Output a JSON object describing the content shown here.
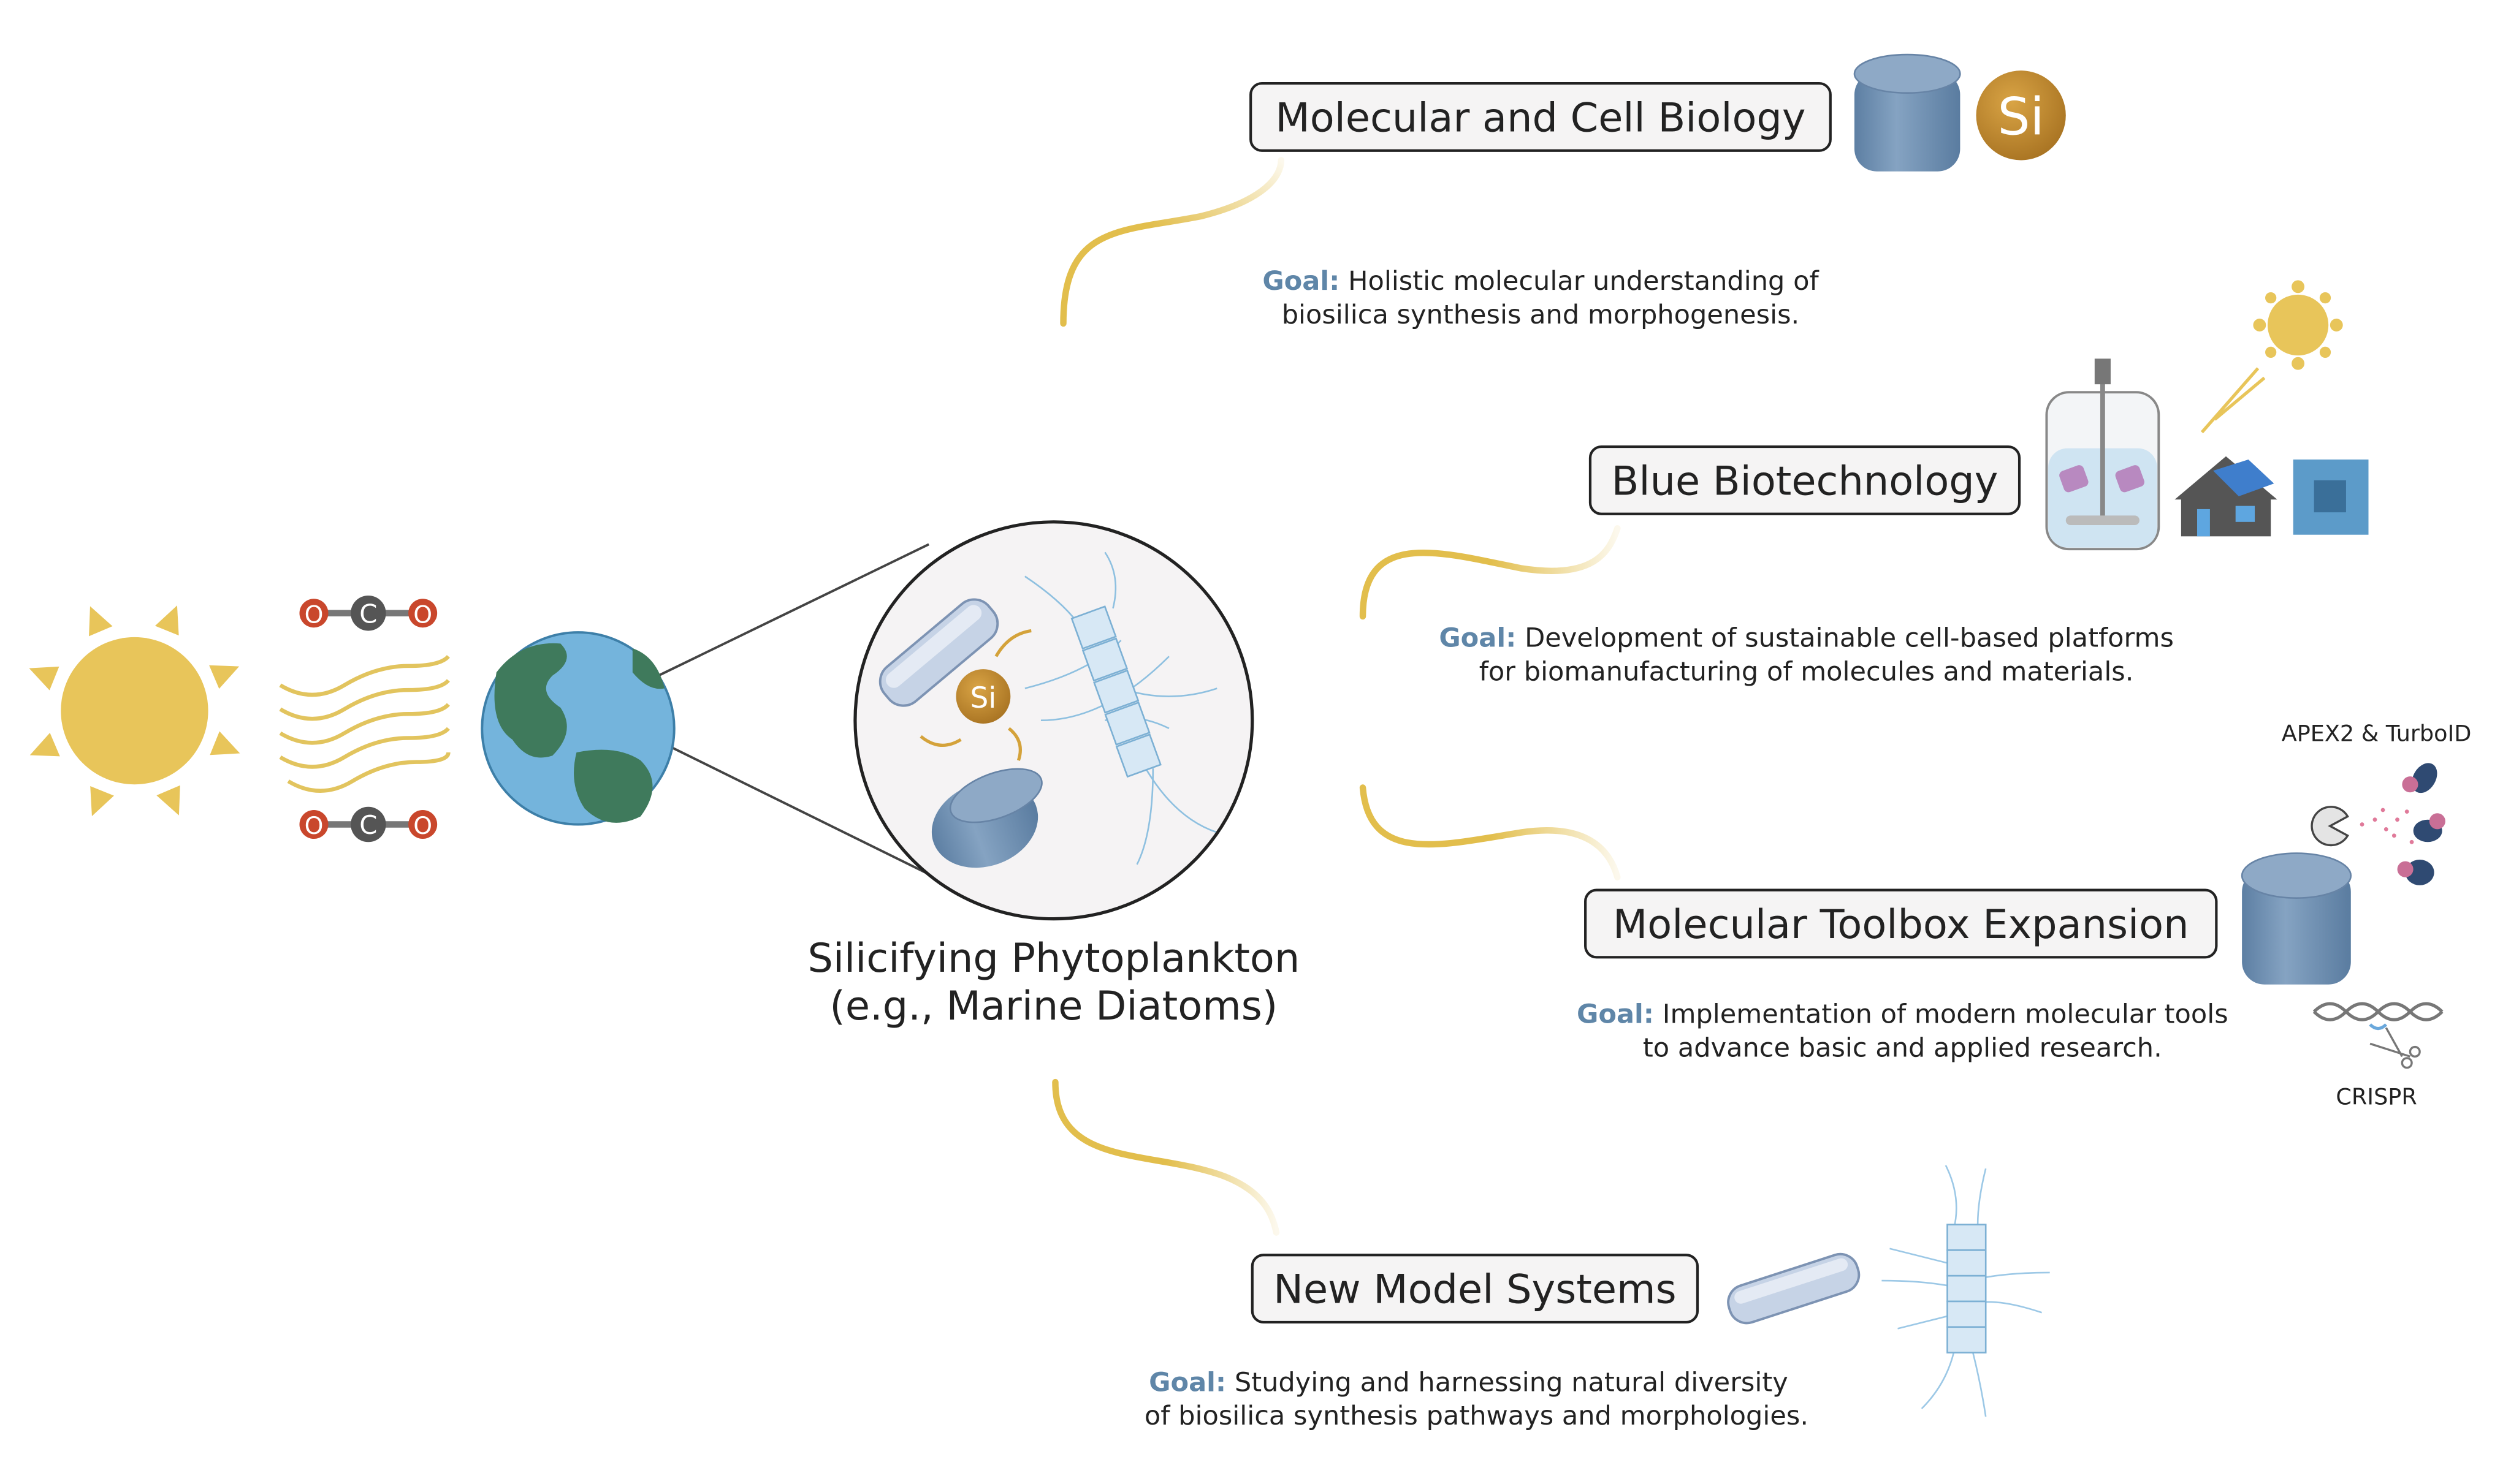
{
  "center": {
    "title_line1": "Silicifying Phytoplankton",
    "title_line2": "(e.g., Marine Diatoms)",
    "si_label": "Si",
    "co2_top": [
      "O",
      "C",
      "O"
    ],
    "co2_bottom": [
      "O",
      "C",
      "O"
    ]
  },
  "branches": [
    {
      "title": "Molecular and Cell Biology",
      "goal_key": "Goal:",
      "goal_line1": " Holistic molecular understanding of",
      "goal_line2": "biosilica synthesis and morphogenesis.",
      "si_label": "Si"
    },
    {
      "title": "Blue Biotechnology",
      "goal_key": "Goal:",
      "goal_line1": " Development of sustainable cell-based platforms",
      "goal_line2": "for biomanufacturing of molecules and materials."
    },
    {
      "title": "Molecular Toolbox Expansion",
      "goal_key": "Goal:",
      "goal_line1": " Implementation of modern molecular tools",
      "goal_line2": "to advance basic and applied research.",
      "tool1": "APEX2 & TurboID",
      "tool2": "CRISPR"
    },
    {
      "title": "New Model Systems",
      "goal_key": "Goal:",
      "goal_line1": " Studying and harnessing natural diversity",
      "goal_line2": "of biosilica synthesis pathways and morphologies."
    }
  ],
  "colors": {
    "accent_gold": "#e2be4c",
    "goal_blue": "#5f86a8",
    "diatom_blue": "#6a8cae",
    "si_brown": "#c08a2e",
    "oxygen_red": "#c9472c",
    "carbon_gray": "#555555"
  }
}
